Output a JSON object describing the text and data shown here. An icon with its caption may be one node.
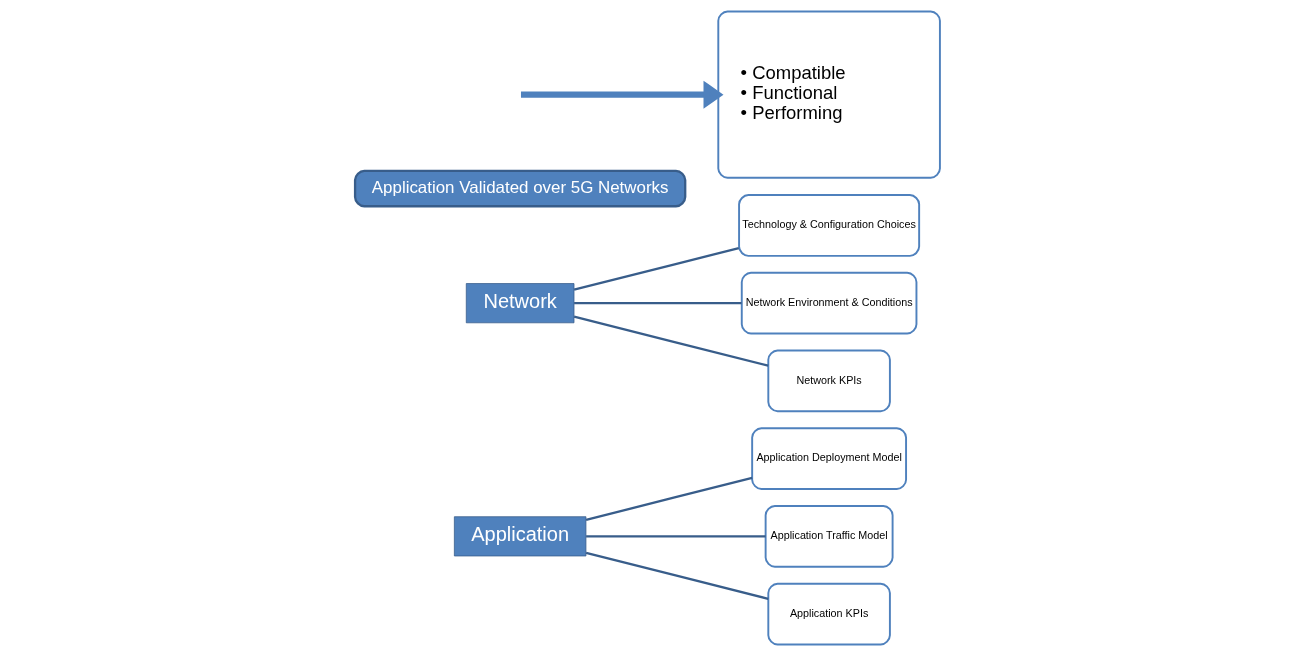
{
  "diagram": {
    "nodes": [
      {
        "text": [
          "Application"
        ]
      },
      {
        "text": [
          "Application Deployment Model"
        ]
      },
      {
        "text": [
          "Application Traffic Model"
        ]
      },
      {
        "text": [
          "Application KPIs"
        ]
      },
      {
        "text": [
          "Network"
        ]
      },
      {
        "text": [
          "Technology & Configuration Choices"
        ]
      },
      {
        "text": [
          "Network Environment & Conditions"
        ]
      },
      {
        "text": [
          "Network KPIs"
        ]
      },
      {
        "text": [
          "Application Validated over 5G Networks"
        ]
      },
      {
        "text": [
          "• Compatible",
          "• Functional",
          "• Performing"
        ]
      }
    ],
    "edges": [
      {
        "from": 0,
        "to": 1,
        "arrow": "none"
      },
      {
        "from": 0,
        "to": 2,
        "arrow": "none"
      },
      {
        "from": 0,
        "to": 3,
        "arrow": "none"
      },
      {
        "from": 4,
        "to": 5,
        "arrow": "none"
      },
      {
        "from": 4,
        "to": 6,
        "arrow": "none"
      },
      {
        "from": 4,
        "to": 7,
        "arrow": "none"
      },
      {
        "from": null,
        "to": 9,
        "arrow": "to",
        "style": "thick"
      }
    ]
  }
}
